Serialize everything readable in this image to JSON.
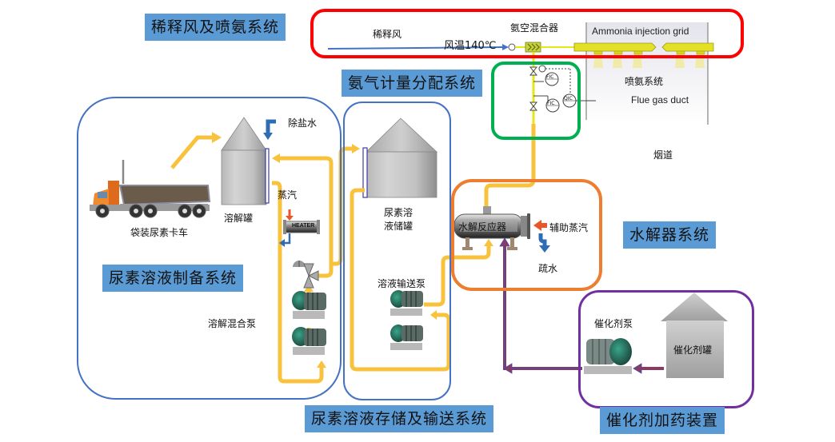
{
  "systems": {
    "dilution_air": {
      "title": "稀释风及喷氨系统",
      "color": "#ff0000"
    },
    "ammonia_metering": {
      "title": "氨气计量分配系统",
      "color": "#00b050"
    },
    "urea_preparation": {
      "title": "尿素溶液制备系统",
      "color": "#4472c4"
    },
    "urea_storage": {
      "title": "尿素溶液存储及输送系统",
      "color": "#4472c4"
    },
    "hydrolysis": {
      "title": "水解器系统",
      "color": "#ed7d31"
    },
    "catalyst_dosing": {
      "title": "催化剂加药装置",
      "color": "#7030a0"
    }
  },
  "labels": {
    "dilution_air": "稀释风",
    "air_temp": "风温140℃",
    "ammonia_air_mixer": "氨空混合器",
    "injection_grid": "Ammonia injection grid",
    "ammonia_injection": "喷氨系统",
    "flue_gas_duct": "Flue gas duct",
    "flue": "烟道",
    "demin_water": "除盐水",
    "steam": "蒸汽",
    "heater": "HEATER",
    "dissolving_tank": "溶解罐",
    "urea_truck": "袋装尿素卡车",
    "mixing_pump": "溶解混合泵",
    "storage_tank_line1": "尿素溶",
    "storage_tank_line2": "液储罐",
    "transfer_pump": "溶液输送泵",
    "hydrolysis_reactor": "水解反应器",
    "aux_steam": "辅助蒸汽",
    "drain": "疏水",
    "catalyst_pump": "催化剂泵",
    "catalyst_tank": "催化剂罐",
    "fic1": "FIC",
    "fic2": "FIC",
    "qic": "QIC"
  },
  "colors": {
    "pipe_yellow": "#f9c23c",
    "ammonia_line": "#e6e619",
    "title_bg": "#5b9bd5",
    "catalyst_line": "#8b3a62",
    "steam_arrow": "#e8562a",
    "water_arrow": "#2e6db4"
  }
}
